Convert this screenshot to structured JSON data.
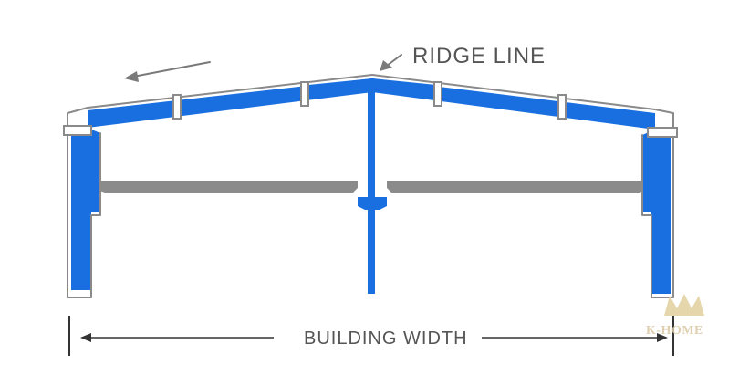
{
  "labels": {
    "ridge_line": "RIDGE LINE",
    "building_width": "BUILDING WIDTH"
  },
  "logo": {
    "text": "K-HOME"
  },
  "colors": {
    "frame_blue": "#1a6fe0",
    "crane_beam_gray": "#8b8b8b",
    "outline_gray": "#8a8a8a",
    "text_gray": "#555555",
    "logo_gold": "#d9c8a3"
  },
  "icons": {
    "ridge_pointer": "arrow-down-left-icon",
    "slope_arrow": "arrow-left-icon",
    "width_arrow_left": "arrow-left-icon",
    "width_arrow_right": "arrow-right-icon",
    "logo_crown": "crown-icon"
  }
}
